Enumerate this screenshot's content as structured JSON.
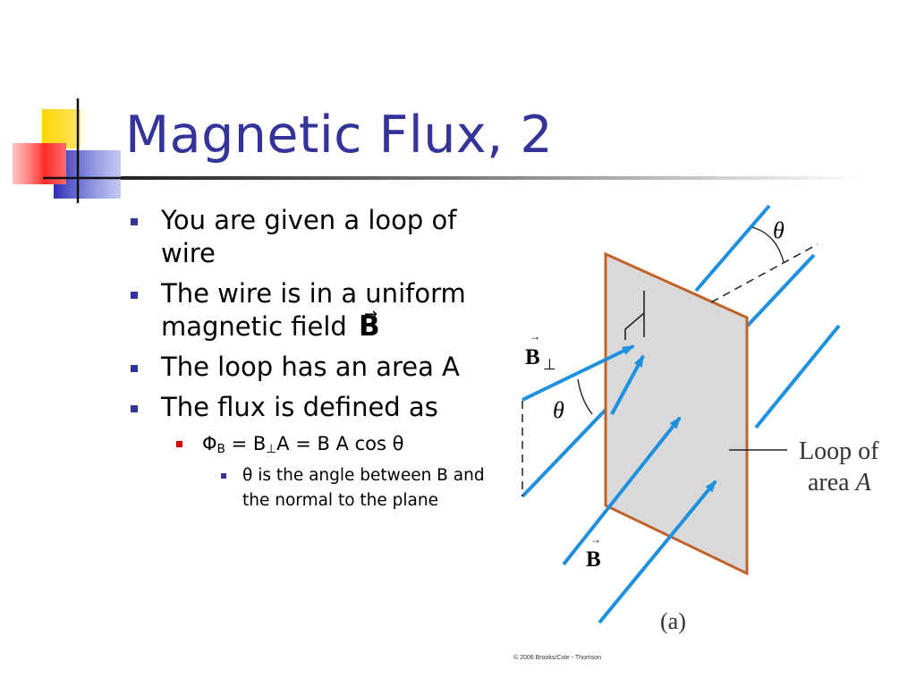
{
  "slide": {
    "title": "Magnetic Flux, 2",
    "bullets": [
      {
        "text": "You are given a loop of wire"
      },
      {
        "text": "The wire is in a uniform magnetic field",
        "symbol": "B"
      },
      {
        "text": "The loop has an area A"
      },
      {
        "text": "The flux is defined as"
      }
    ],
    "equation": {
      "phi": "Φ",
      "sub_b": "B",
      "eq1": "= B",
      "perp": "⊥",
      "rest": "A = B A cos θ"
    },
    "note": "θ is the angle between B and the normal to the plane"
  },
  "figure": {
    "label_b_perp": "B",
    "perp_symbol": "⊥",
    "label_b": "B",
    "theta": "θ",
    "loop_label_line1": "Loop of",
    "loop_label_line2_prefix": "area ",
    "loop_label_line2_var": "A",
    "panel": "(a)",
    "credit": "© 2006 Brooks/Cole - Thomson"
  },
  "colors": {
    "title": "#333399",
    "field_lines": "#1e90dd",
    "loop_edge": "#c0622a",
    "loop_fill": "#d9d9d9",
    "bullet_l1": "#333399",
    "bullet_l2": "#e00000"
  }
}
